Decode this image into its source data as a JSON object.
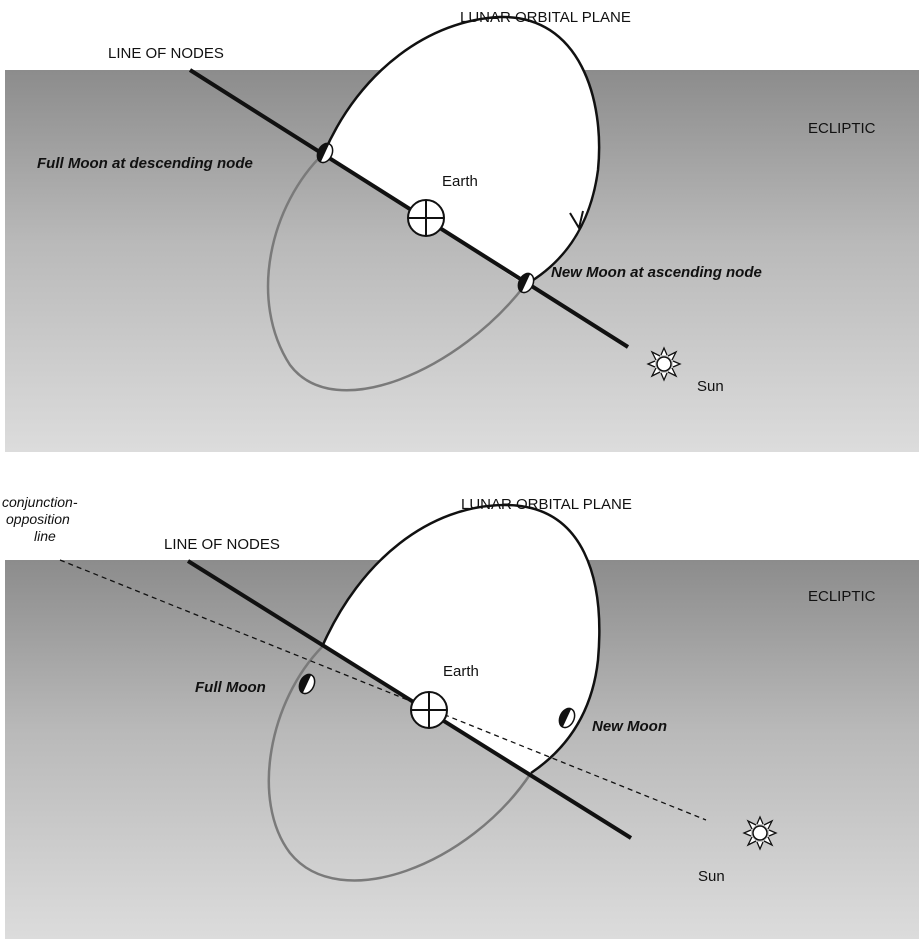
{
  "top_panel": {
    "orbital_plane_label": "LUNAR ORBITAL PLANE",
    "line_of_nodes_label": "LINE OF NODES",
    "ecliptic_label": "ECLIPTIC",
    "full_moon_label": "Full Moon at descending node",
    "earth_label": "Earth",
    "new_moon_label": "New Moon at ascending node",
    "sun_label": "Sun"
  },
  "bottom_panel": {
    "conjunction_label_line1": "conjunction-",
    "conjunction_label_line2": "opposition",
    "conjunction_label_line3": "line",
    "orbital_plane_label": "LUNAR ORBITAL PLANE",
    "line_of_nodes_label": "LINE OF NODES",
    "ecliptic_label": "ECLIPTIC",
    "full_moon_label": "Full Moon",
    "earth_label": "Earth",
    "new_moon_label": "New Moon",
    "sun_label": "Sun"
  },
  "colors": {
    "ecliptic_top": "#8e8e8e",
    "ecliptic_bottom": "#dadada",
    "orbit_upper": "#111111",
    "orbit_lower": "#7a7a7a"
  }
}
